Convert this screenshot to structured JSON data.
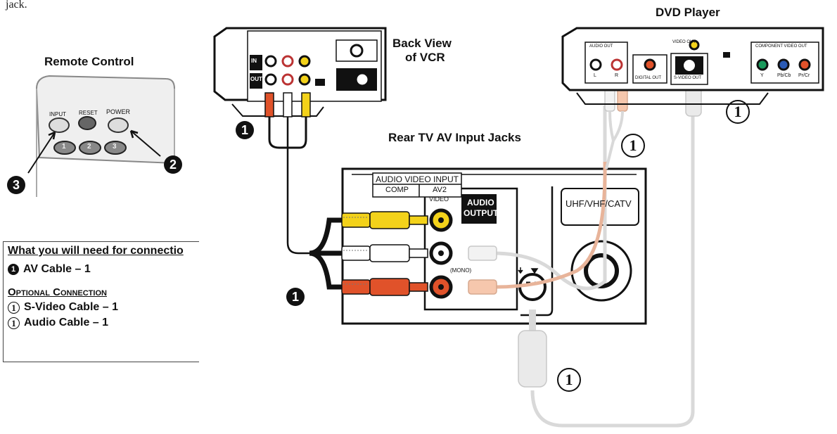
{
  "intro_fragment": "jack.",
  "labels": {
    "remote_control": "Remote Control",
    "back_view_line1": "Back View",
    "back_view_line2": "of VCR",
    "dvd_player": "DVD Player",
    "rear_tv": "Rear TV AV Input Jacks"
  },
  "remote": {
    "input": "INPUT",
    "reset": "RESET",
    "power": "POWER",
    "buttons": [
      "1",
      "2",
      "3"
    ]
  },
  "tv_panel": {
    "audio_video_input": "AUDIO VIDEO INPUT",
    "comp": "COMP",
    "av2": "AV2",
    "video": "VIDEO",
    "audio_output_line1": "AUDIO",
    "audio_output_line2": "OUTPUT",
    "mono": "(MONO)",
    "uhf": "UHF/VHF/CATV"
  },
  "dvd_panel": {
    "audio_out": "AUDIO OUT",
    "l": "L",
    "r": "R",
    "video_out": "VIDEO OUT",
    "digital_out": "DIGITAL OUT",
    "svideo_out": "S-VIDEO OUT",
    "component_video_out": "COMPONENT VIDEO OUT",
    "y": "Y",
    "pb": "Pb/Cb",
    "pr": "Pr/Cr"
  },
  "vcr_panel": {
    "in": "IN",
    "out": "OUT"
  },
  "callouts": {
    "one": "1",
    "two": "2",
    "three": "3"
  },
  "needs": {
    "title": "What you will need for connectio",
    "av_cable": "AV Cable – 1",
    "optional_title": "Optional Connection",
    "svideo_cable": "S-Video Cable – 1",
    "audio_cable": "Audio Cable – 1"
  },
  "colors": {
    "yellow": "#f3d21a",
    "white": "#ffffff",
    "red": "#e0522a",
    "optional_cable": "#d9d9d9",
    "line": "#111111"
  }
}
